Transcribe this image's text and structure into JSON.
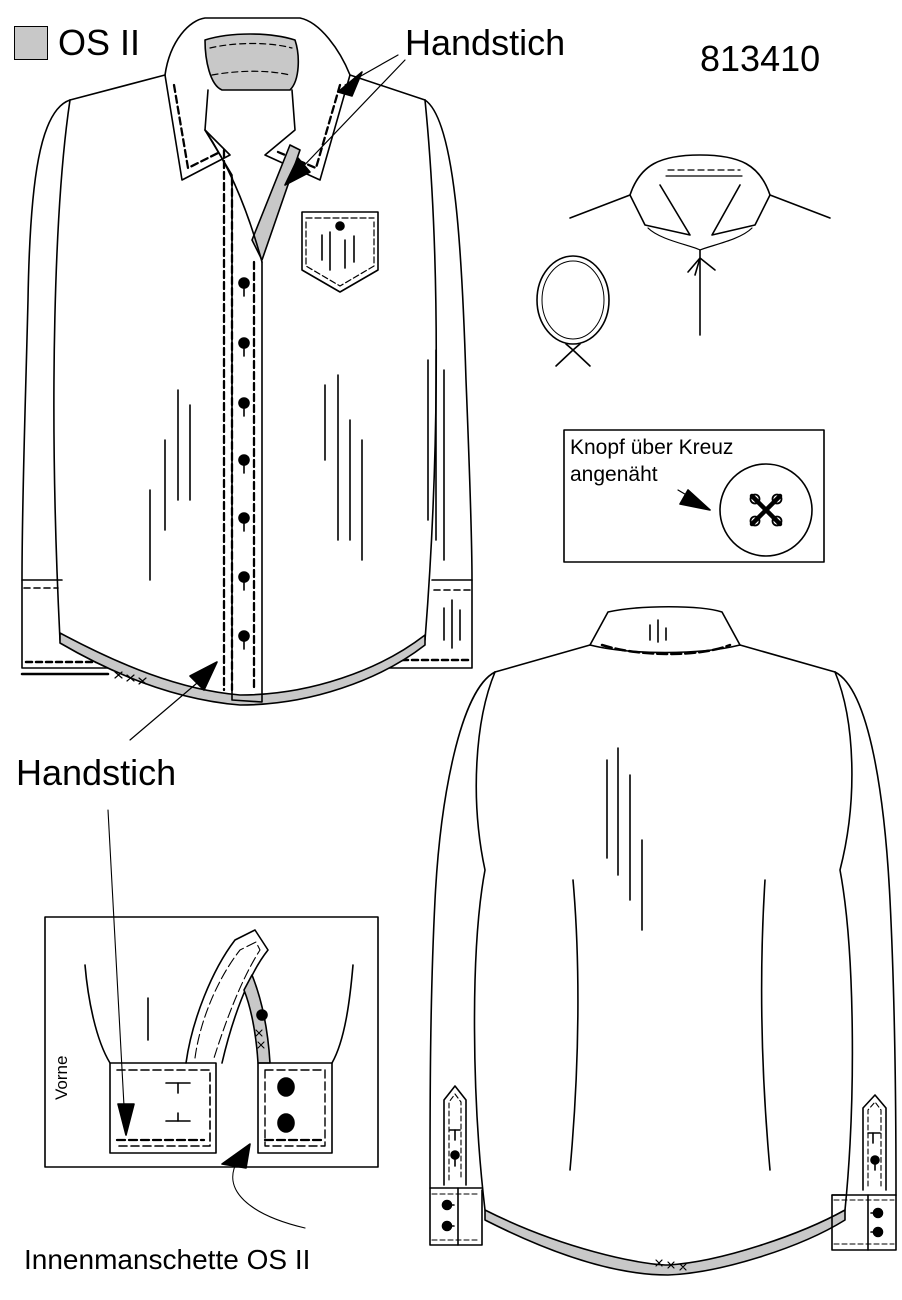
{
  "legend": {
    "swatch_color": "#c8c8c8",
    "label": "OS II"
  },
  "article_number": "813410",
  "labels": {
    "hand_stitch_top": "Handstich",
    "hand_stitch_left": "Handstich",
    "button_note": "Knopf über Kreuz\nangenäht",
    "front_label": "Vorne",
    "inner_cuff": "Innenmanschette OS II"
  },
  "colors": {
    "line": "#000000",
    "fabric_os2": "#c8c8c8",
    "background": "#ffffff"
  }
}
